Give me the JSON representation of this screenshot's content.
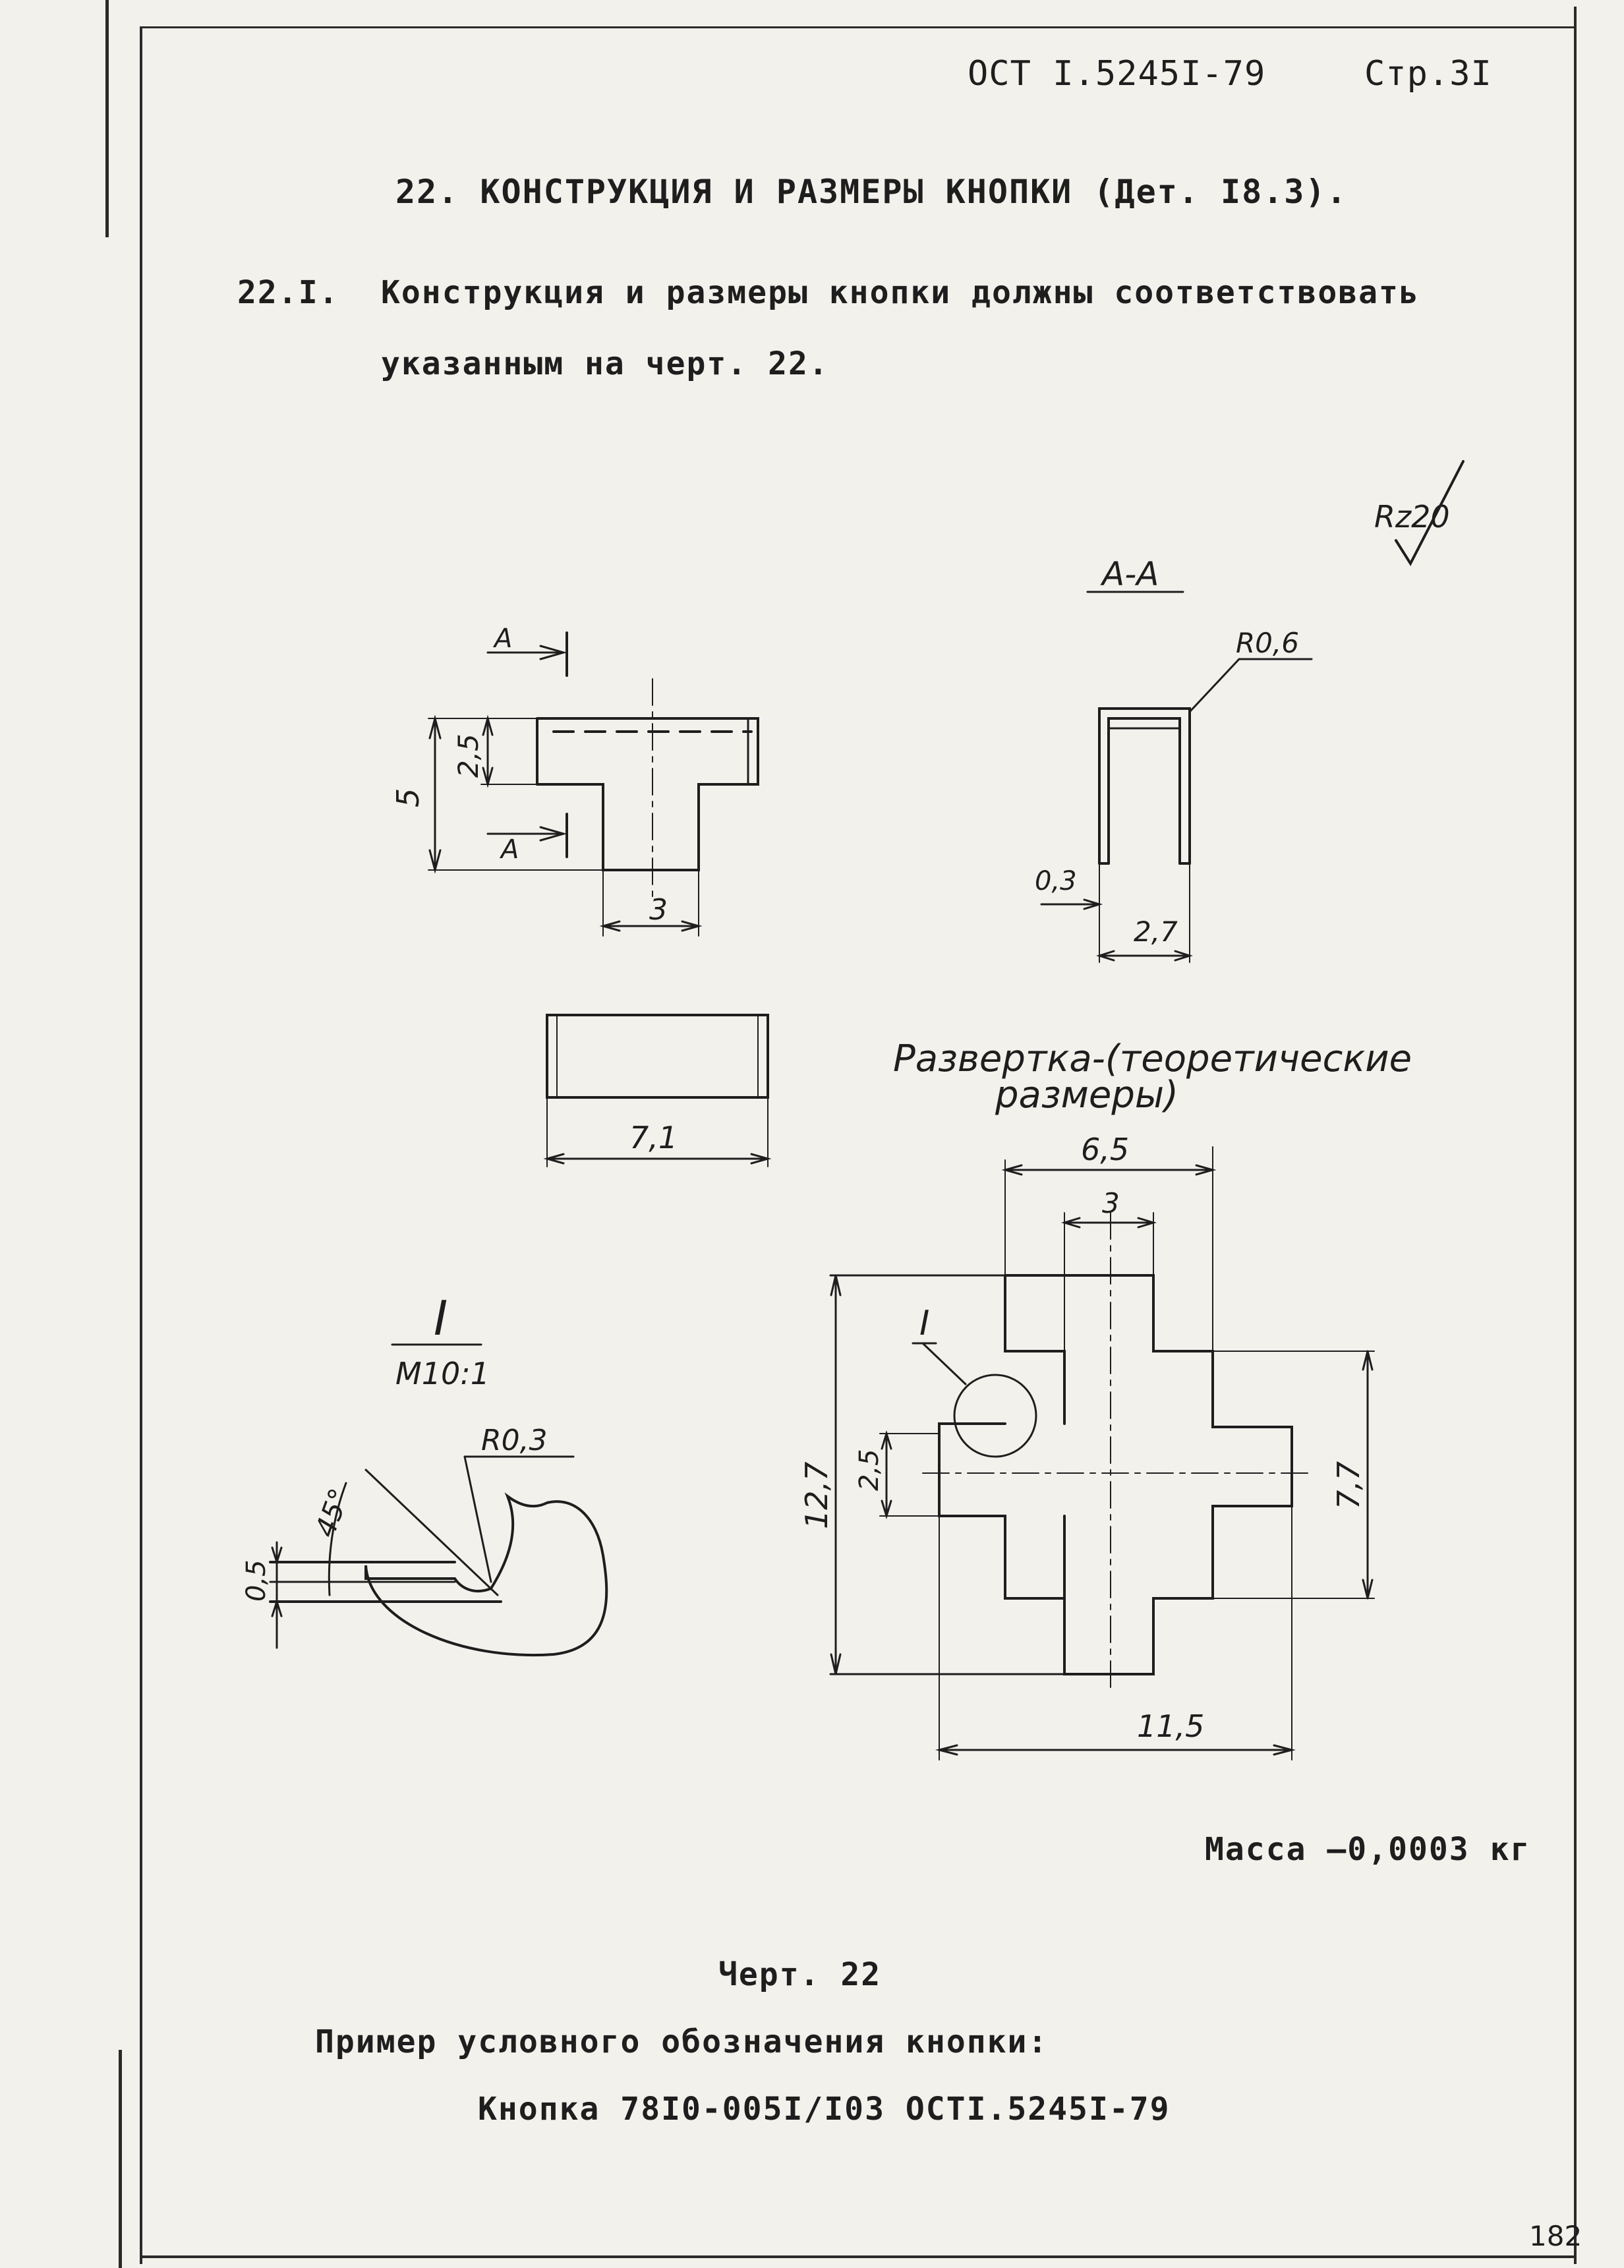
{
  "header": {
    "standard": "ОСТ I.5245I-79",
    "page": "Стр.3I"
  },
  "section": {
    "title": "22.  КОНСТРУКЦИЯ И РАЗМЕРЫ КНОПКИ (Дет. I8.3).",
    "clause_number": "22.I.",
    "clause_line1": "Конструкция и размеры кнопки должны соответствовать",
    "clause_line2": "указанным на черт.  22."
  },
  "drawing": {
    "roughness": "Rz20",
    "section_label": "А-А",
    "cut_mark_top": "А",
    "cut_mark_bottom": "А",
    "dim_5": "5",
    "dim_2_5_front": "2,5",
    "dim_3_front": "3",
    "dim_r0_6": "R0,6",
    "dim_0_3": "0,3",
    "dim_2_7": "2,7",
    "dim_7_1": "7,1",
    "development_label_line1": "Развертка-(теоретические",
    "development_label_line2": "размеры)",
    "dim_6_5": "6,5",
    "dim_3_dev": "3",
    "dim_12_7": "12,7",
    "dim_2_5_dev": "2,5",
    "dim_7_7": "7,7",
    "dim_11_5": "11,5",
    "detail_mark": "I",
    "detail_label": "I",
    "detail_scale": "М10:1",
    "dim_r0_3": "R0,3",
    "dim_45": "45°",
    "dim_0_5": "0,5"
  },
  "mass": "Масса –0,0003 кг",
  "caption": "Черт. 22",
  "example_label": "Пример условного обозначения  кнопки:",
  "example_value": "Кнопка 78I0-005I/I03  ОСТI.5245I-79",
  "sheet_number": "182"
}
